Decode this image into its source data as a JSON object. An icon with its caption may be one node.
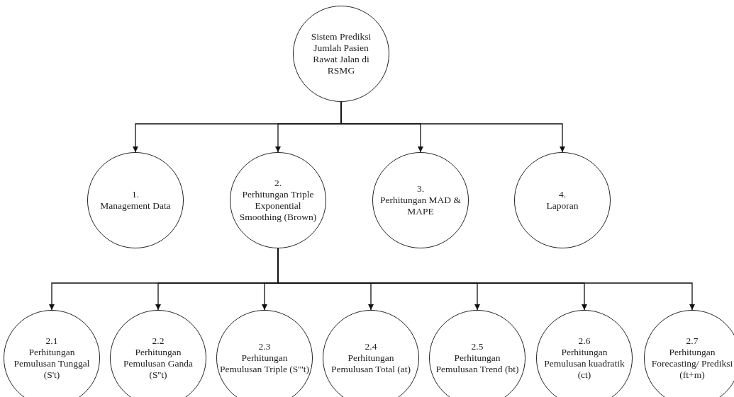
{
  "diagram": {
    "nodes": [
      {
        "text": [
          "Sistem Prediksi Jumlah Pasien Rawat Jalan di RSMG"
        ]
      },
      {
        "text": [
          "1.",
          "Management Data"
        ]
      },
      {
        "text": [
          "2.",
          "Perhitungan Triple Exponential Smoothing (Brown)"
        ]
      },
      {
        "text": [
          "3.",
          "Perhitungan MAD & MAPE"
        ]
      },
      {
        "text": [
          "4.",
          "Laporan"
        ]
      },
      {
        "text": [
          "2.1",
          "Perhitungan Pemulusan Tunggal (S't)"
        ]
      },
      {
        "text": [
          "2.2",
          "Perhitungan Pemulusan Ganda (S''t)"
        ]
      },
      {
        "text": [
          "2.3",
          "Perhitungan Pemulusan Triple (S'''t)"
        ]
      },
      {
        "text": [
          "2.4",
          "Perhitungan Pemulusan Total (at)"
        ]
      },
      {
        "text": [
          "2.5",
          "Perhitungan Pemulusan Trend (bt)"
        ]
      },
      {
        "text": [
          "2.6",
          "Perhitungan Pemulusan kuadratik (ct)"
        ]
      },
      {
        "text": [
          "2.7",
          "Perhitungan Forecasting/ Prediksi (ft+m)"
        ]
      }
    ],
    "edges": [
      {
        "from": 0,
        "to": 1,
        "arrow": "to"
      },
      {
        "from": 0,
        "to": 2,
        "arrow": "to"
      },
      {
        "from": 0,
        "to": 3,
        "arrow": "to"
      },
      {
        "from": 0,
        "to": 4,
        "arrow": "to"
      },
      {
        "from": 2,
        "to": 5,
        "arrow": "to"
      },
      {
        "from": 2,
        "to": 6,
        "arrow": "to"
      },
      {
        "from": 2,
        "to": 7,
        "arrow": "to"
      },
      {
        "from": 2,
        "to": 8,
        "arrow": "to"
      },
      {
        "from": 2,
        "to": 9,
        "arrow": "to"
      },
      {
        "from": 2,
        "to": 10,
        "arrow": "to"
      },
      {
        "from": 2,
        "to": 11,
        "arrow": "to"
      }
    ]
  }
}
